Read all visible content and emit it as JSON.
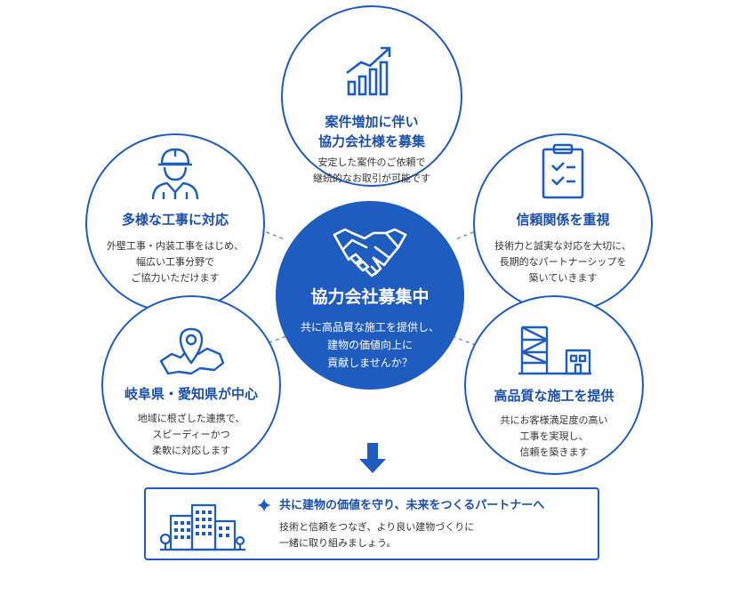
{
  "colors": {
    "primary": "#1f5cc0",
    "title_blue": "#1b4fa8",
    "text": "#333333",
    "background": "#ffffff"
  },
  "center": {
    "icon": "handshake-icon",
    "title": "協力会社募集中",
    "lines": [
      "共に高品質な施工を提供し、",
      "建物の価値向上に",
      "貢献しませんか？"
    ]
  },
  "benefits": [
    {
      "id": "top",
      "icon": "growth-chart-icon",
      "title_lines": [
        "案件増加に伴い",
        "協力会社様を募集"
      ],
      "lines": [
        "安定した案件のご依頼で",
        "継続的なお取引が可能です"
      ]
    },
    {
      "id": "left-upper",
      "icon": "construction-worker-icon",
      "title_lines": [
        "多様な工事に対応"
      ],
      "lines": [
        "外壁工事・内装工事をはじめ、",
        "幅広い工事分野で",
        "ご協力いただけます"
      ]
    },
    {
      "id": "right-upper",
      "icon": "clipboard-check-icon",
      "title_lines": [
        "信頼関係を重視"
      ],
      "lines": [
        "技術力と誠実な対応を大切に、",
        "長期的なパートナーシップを",
        "築いていきます"
      ]
    },
    {
      "id": "left-lower",
      "icon": "map-pin-icon",
      "title_lines": [
        "岐阜県・愛知県が中心"
      ],
      "lines": [
        "地域に根ざした連携で、",
        "スピーディーかつ",
        "柔軟に対応します"
      ]
    },
    {
      "id": "right-lower",
      "icon": "scaffold-building-icon",
      "title_lines": [
        "高品質な施工を提供"
      ],
      "lines": [
        "共にお客様満足度の高い",
        "工事を実現し、",
        "信頼を築きます"
      ]
    }
  ],
  "banner": {
    "icon": "city-buildings-icon",
    "accent_icon": "sparkle-icon",
    "headline": "共に建物の価値を守り、未来をつくるパートナーへ",
    "lines": [
      "技術と信頼をつなぎ、より良い建物づくりに",
      "一緒に取り組みましょう。"
    ]
  }
}
